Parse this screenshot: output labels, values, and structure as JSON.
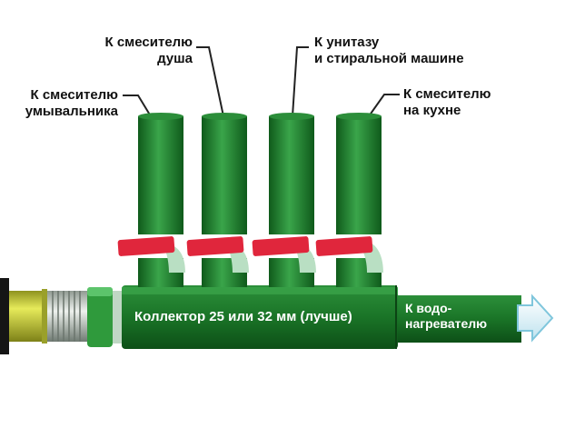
{
  "labels": {
    "washbasin": "К смесителю\nумывальника",
    "shower": "К смесителю\nдуша",
    "toilet_washer": "К унитазу\nи стиральной машине",
    "kitchen": "К смесителю\nна кухне"
  },
  "collector": {
    "label": "Коллектор 25 или 32 мм (лучше)",
    "outlet_label": "К водо-\nнагревателю"
  },
  "colors": {
    "pipe_green": "#1d7a2a",
    "pipe_green_dark": "#0f5a1b",
    "pipe_green_light": "#3fae4f",
    "valve_red": "#e0263c",
    "arrow_fill": "#dff3f8",
    "arrow_stroke": "#7fc6dc",
    "inlet_yellow": "#cfd634",
    "inlet_black": "#151515"
  }
}
